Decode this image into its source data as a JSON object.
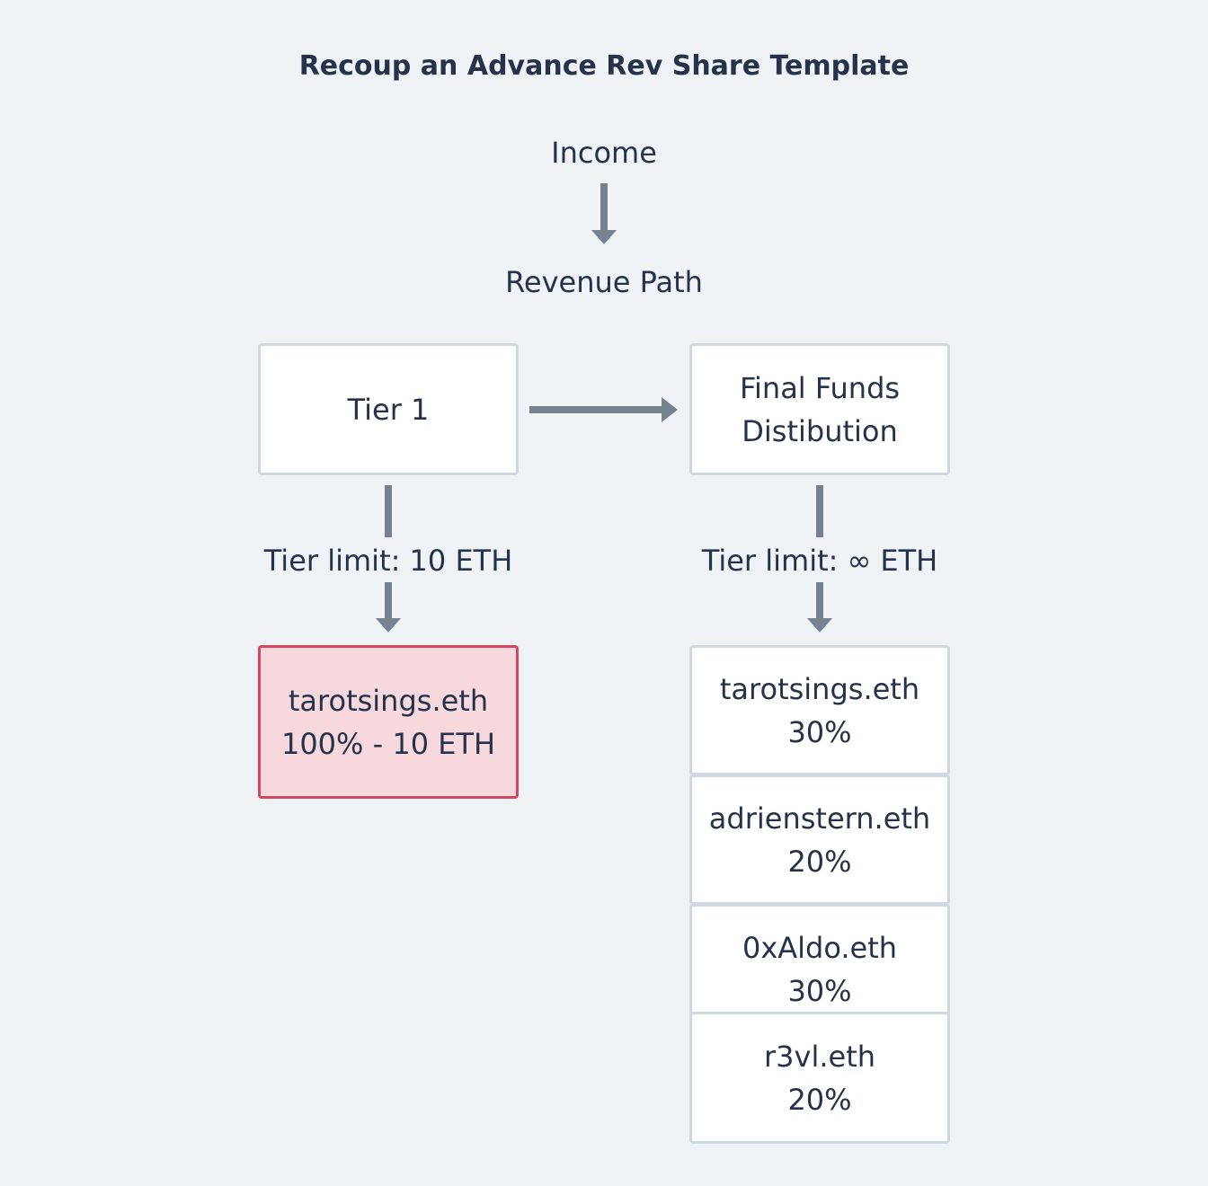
{
  "title": "Recoup an Advance Rev Share Template",
  "income_label": "Income",
  "revenue_path_label": "Revenue Path",
  "tiers": [
    {
      "name": "Tier 1",
      "limit_label": "Tier limit: 10 ETH",
      "recipients": [
        {
          "address": "tarotsings.eth",
          "share": "100% - 10 ETH"
        }
      ]
    },
    {
      "name_line1": "Final Funds",
      "name_line2": "Distibution",
      "limit_label": "Tier limit: ∞ ETH",
      "recipients": [
        {
          "address": "tarotsings.eth",
          "share": "30%"
        },
        {
          "address": "adrienstern.eth",
          "share": "20%"
        },
        {
          "address": "0xAldo.eth",
          "share": "30%"
        },
        {
          "address": "r3vl.eth",
          "share": "20%"
        }
      ]
    }
  ],
  "colors": {
    "background": "#eff3f6",
    "text": "#25324a",
    "arrow": "#76828f",
    "box_border": "#d0d8e1",
    "highlight_fill": "#f7d8dd",
    "highlight_border": "#d3485e"
  }
}
